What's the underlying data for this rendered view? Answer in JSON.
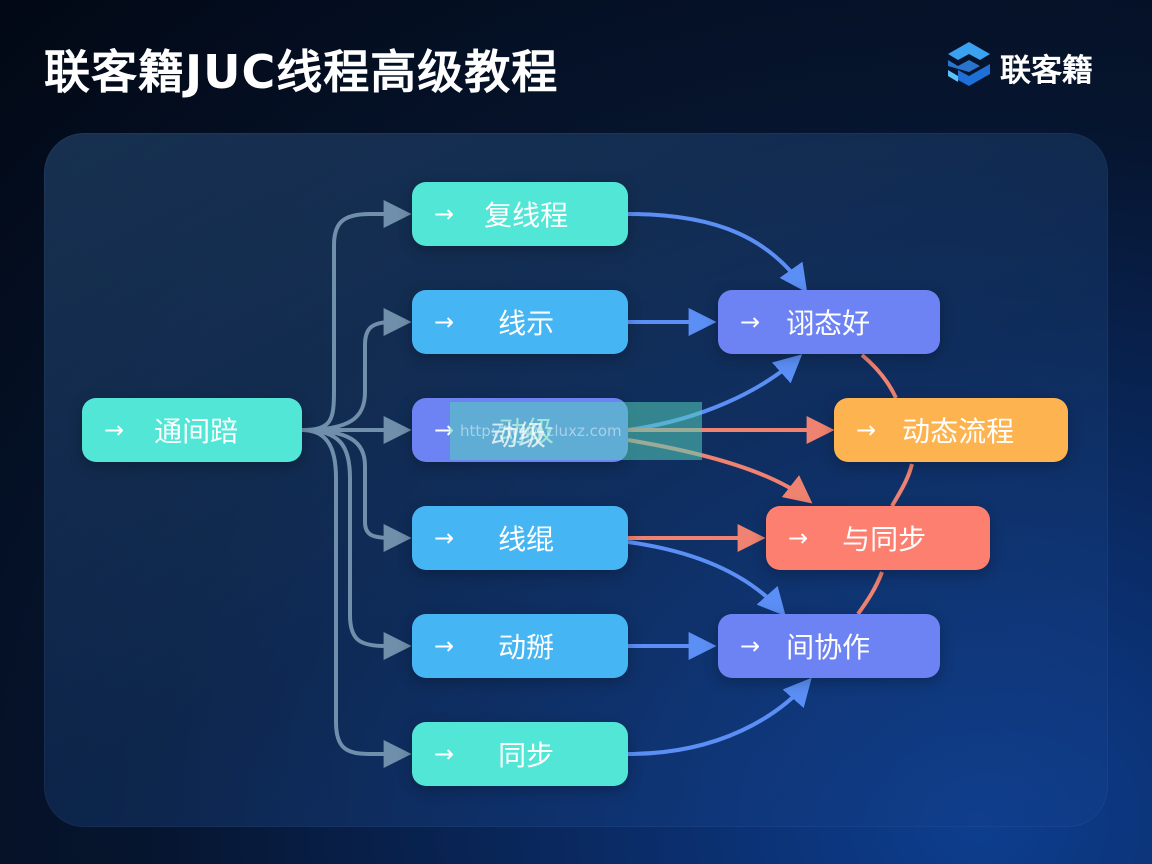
{
  "header": {
    "title": "联客籍JUC线程高级教程",
    "brand_name": "联客籍",
    "brand_icon": "layered-diamond-logo-icon"
  },
  "diagram": {
    "arrow_glyph": "→",
    "nodes": [
      {
        "id": "root",
        "label": "通间踣"
      },
      {
        "id": "n1",
        "label": "复线程"
      },
      {
        "id": "n2",
        "label": "线示"
      },
      {
        "id": "n3",
        "label": "动级"
      },
      {
        "id": "n4",
        "label": "线绲"
      },
      {
        "id": "n5",
        "label": "动掰"
      },
      {
        "id": "n6",
        "label": "同步"
      },
      {
        "id": "m1",
        "label": "诩态好"
      },
      {
        "id": "m2",
        "label": "动态流程"
      },
      {
        "id": "m3",
        "label": "与同步"
      },
      {
        "id": "m4",
        "label": "间协作"
      }
    ],
    "colors": {
      "teal": "#52e6d6",
      "cyan": "#46b5f4",
      "purple": "#6e83f3",
      "orange": "#fdb34f",
      "salmon": "#fd7f6f",
      "connector_gray": "#6f8fab",
      "connector_blue": "#5b8ff5"
    }
  },
  "watermark": {
    "url_text": "http://www.cluxz.com",
    "word": "动级"
  }
}
